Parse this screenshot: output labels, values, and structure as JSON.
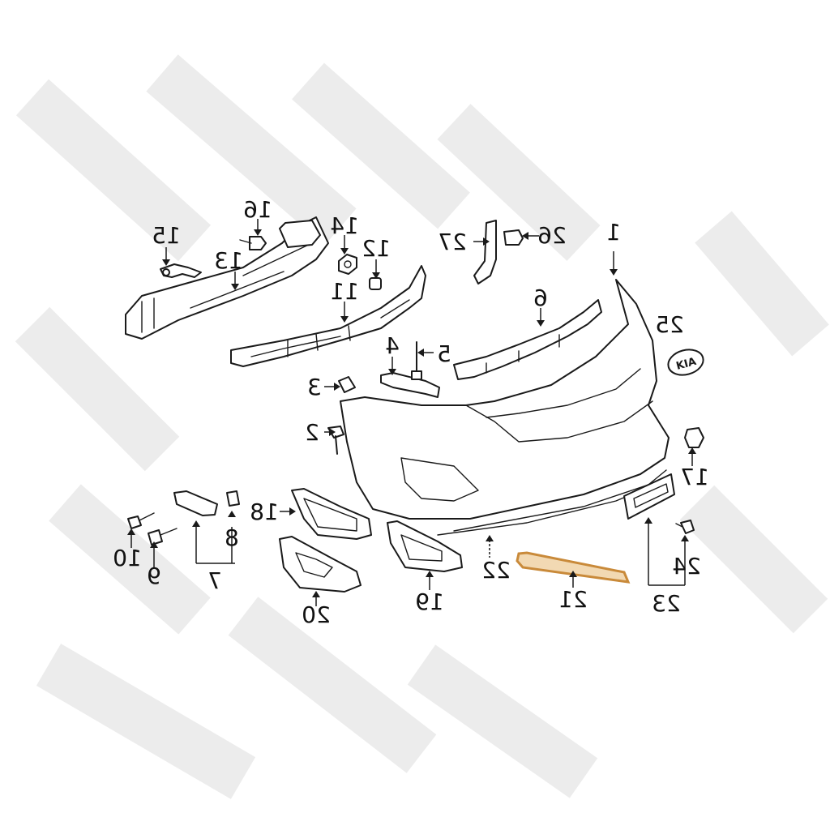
{
  "diagram": {
    "highlight_color": "#c98a3a",
    "watermark_color": "#ececec",
    "logo_text": "KIA",
    "callouts": [
      {
        "id": "1",
        "label": "1"
      },
      {
        "id": "2",
        "label": "2"
      },
      {
        "id": "3",
        "label": "3"
      },
      {
        "id": "4",
        "label": "4"
      },
      {
        "id": "5",
        "label": "5"
      },
      {
        "id": "6",
        "label": "6"
      },
      {
        "id": "7",
        "label": "7"
      },
      {
        "id": "8",
        "label": "8"
      },
      {
        "id": "9",
        "label": "9"
      },
      {
        "id": "10",
        "label": "10"
      },
      {
        "id": "11",
        "label": "11"
      },
      {
        "id": "12",
        "label": "12"
      },
      {
        "id": "13",
        "label": "13"
      },
      {
        "id": "14",
        "label": "14"
      },
      {
        "id": "15",
        "label": "15"
      },
      {
        "id": "16",
        "label": "16"
      },
      {
        "id": "17",
        "label": "17"
      },
      {
        "id": "18",
        "label": "18"
      },
      {
        "id": "19",
        "label": "19"
      },
      {
        "id": "20",
        "label": "20"
      },
      {
        "id": "21",
        "label": "21"
      },
      {
        "id": "22",
        "label": "22"
      },
      {
        "id": "23",
        "label": "23"
      },
      {
        "id": "24",
        "label": "24"
      },
      {
        "id": "25",
        "label": "25"
      },
      {
        "id": "26",
        "label": "26"
      },
      {
        "id": "27",
        "label": "27"
      }
    ]
  }
}
